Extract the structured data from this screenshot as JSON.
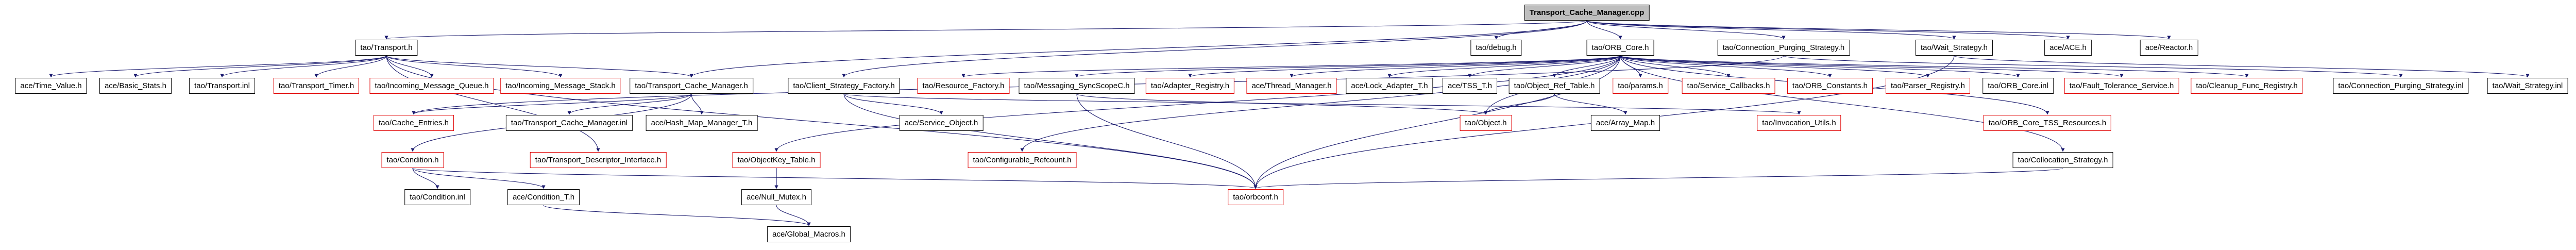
{
  "diagram": {
    "kind": "include-dependency-graph",
    "root_file": "Transport_Cache_Manager.cpp"
  },
  "colors": {
    "background": "#ffffff",
    "edge": "#1a1a6e",
    "node_border": "#000000",
    "truncated_node_border": "#e00000",
    "root_node_fill": "#bebebe"
  },
  "nodes": [
    {
      "id": "cpp",
      "label": "Transport_Cache_Manager.cpp",
      "truncated": false
    },
    {
      "id": "transport_h",
      "label": "tao/Transport.h",
      "truncated": false
    },
    {
      "id": "debug_h",
      "label": "tao/debug.h",
      "truncated": false
    },
    {
      "id": "orb_core_h",
      "label": "tao/ORB_Core.h",
      "truncated": false
    },
    {
      "id": "conn_purging_h",
      "label": "tao/Connection_Purging_Strategy.h",
      "truncated": false
    },
    {
      "id": "wait_strategy_h",
      "label": "tao/Wait_Strategy.h",
      "truncated": false
    },
    {
      "id": "ace_ace_h",
      "label": "ace/ACE.h",
      "truncated": false
    },
    {
      "id": "ace_reactor_h",
      "label": "ace/Reactor.h",
      "truncated": false
    },
    {
      "id": "time_value",
      "label": "ace/Time_Value.h",
      "truncated": false
    },
    {
      "id": "basic_stats",
      "label": "ace/Basic_Stats.h",
      "truncated": false
    },
    {
      "id": "transport_inl",
      "label": "tao/Transport.inl",
      "truncated": false
    },
    {
      "id": "transport_timer",
      "label": "tao/Transport_Timer.h",
      "truncated": true
    },
    {
      "id": "inc_msg_queue",
      "label": "tao/Incoming_Message_Queue.h",
      "truncated": true
    },
    {
      "id": "inc_msg_stack",
      "label": "tao/Incoming_Message_Stack.h",
      "truncated": true
    },
    {
      "id": "tcm_h",
      "label": "tao/Transport_Cache_Manager.h",
      "truncated": false
    },
    {
      "id": "client_strategy_factory_h",
      "label": "tao/Client_Strategy_Factory.h",
      "truncated": false
    },
    {
      "id": "resource_factory",
      "label": "tao/Resource_Factory.h",
      "truncated": true
    },
    {
      "id": "messaging_syncscope",
      "label": "tao/Messaging_SyncScopeC.h",
      "truncated": false
    },
    {
      "id": "adapter_registry",
      "label": "tao/Adapter_Registry.h",
      "truncated": true
    },
    {
      "id": "thread_manager",
      "label": "ace/Thread_Manager.h",
      "truncated": true
    },
    {
      "id": "lock_adapter",
      "label": "ace/Lock_Adapter_T.h",
      "truncated": false
    },
    {
      "id": "tss_t",
      "label": "ace/TSS_T.h",
      "truncated": false
    },
    {
      "id": "object_ref_table",
      "label": "tao/Object_Ref_Table.h",
      "truncated": false
    },
    {
      "id": "params",
      "label": "tao/params.h",
      "truncated": true
    },
    {
      "id": "service_callbacks",
      "label": "tao/Service_Callbacks.h",
      "truncated": true
    },
    {
      "id": "orb_constants",
      "label": "tao/ORB_Constants.h",
      "truncated": true
    },
    {
      "id": "parser_registry",
      "label": "tao/Parser_Registry.h",
      "truncated": true
    },
    {
      "id": "orb_core_inl",
      "label": "tao/ORB_Core.inl",
      "truncated": false
    },
    {
      "id": "fault_tolerance",
      "label": "tao/Fault_Tolerance_Service.h",
      "truncated": true
    },
    {
      "id": "cleanup_func",
      "label": "tao/Cleanup_Func_Registry.h",
      "truncated": true
    },
    {
      "id": "conn_purging_inl",
      "label": "tao/Connection_Purging_Strategy.inl",
      "truncated": false
    },
    {
      "id": "wait_strategy_inl",
      "label": "tao/Wait_Strategy.inl",
      "truncated": false
    },
    {
      "id": "cache_entries",
      "label": "tao/Cache_Entries.h",
      "truncated": true
    },
    {
      "id": "tcm_inl",
      "label": "tao/Transport_Cache_Manager.inl",
      "truncated": false
    },
    {
      "id": "hash_map_manager",
      "label": "ace/Hash_Map_Manager_T.h",
      "truncated": false
    },
    {
      "id": "service_object",
      "label": "ace/Service_Object.h",
      "truncated": false
    },
    {
      "id": "tao_object",
      "label": "tao/Object.h",
      "truncated": true
    },
    {
      "id": "array_map",
      "label": "ace/Array_Map.h",
      "truncated": false
    },
    {
      "id": "invocation_utils",
      "label": "tao/Invocation_Utils.h",
      "truncated": true
    },
    {
      "id": "orb_core_tss",
      "label": "tao/ORB_Core_TSS_Resources.h",
      "truncated": true
    },
    {
      "id": "condition_h",
      "label": "tao/Condition.h",
      "truncated": true
    },
    {
      "id": "tdi_h",
      "label": "tao/Transport_Descriptor_Interface.h",
      "truncated": true
    },
    {
      "id": "objectkey_table",
      "label": "tao/ObjectKey_Table.h",
      "truncated": true
    },
    {
      "id": "configurable_refcount",
      "label": "tao/Configurable_Refcount.h",
      "truncated": true
    },
    {
      "id": "collocation_strategy",
      "label": "tao/Collocation_Strategy.h",
      "truncated": false
    },
    {
      "id": "condition_inl",
      "label": "tao/Condition.inl",
      "truncated": false
    },
    {
      "id": "ace_condition_t",
      "label": "ace/Condition_T.h",
      "truncated": false
    },
    {
      "id": "null_mutex",
      "label": "ace/Null_Mutex.h",
      "truncated": false
    },
    {
      "id": "orbconf",
      "label": "tao/orbconf.h",
      "truncated": true
    },
    {
      "id": "global_macros",
      "label": "ace/Global_Macros.h",
      "truncated": false
    }
  ],
  "edges": [
    [
      "cpp",
      "transport_h"
    ],
    [
      "cpp",
      "debug_h"
    ],
    [
      "cpp",
      "orb_core_h"
    ],
    [
      "cpp",
      "conn_purging_h"
    ],
    [
      "cpp",
      "wait_strategy_h"
    ],
    [
      "cpp",
      "ace_ace_h"
    ],
    [
      "cpp",
      "ace_reactor_h"
    ],
    [
      "cpp",
      "tcm_h"
    ],
    [
      "cpp",
      "client_strategy_factory_h"
    ],
    [
      "transport_h",
      "time_value"
    ],
    [
      "transport_h",
      "basic_stats"
    ],
    [
      "transport_h",
      "transport_inl"
    ],
    [
      "transport_h",
      "transport_timer"
    ],
    [
      "transport_h",
      "inc_msg_queue"
    ],
    [
      "transport_h",
      "inc_msg_stack"
    ],
    [
      "transport_h",
      "tcm_h"
    ],
    [
      "transport_h",
      "tdi_h"
    ],
    [
      "transport_h",
      "orbconf"
    ],
    [
      "tcm_h",
      "cache_entries"
    ],
    [
      "tcm_h",
      "tcm_inl"
    ],
    [
      "tcm_h",
      "hash_map_manager"
    ],
    [
      "tcm_h",
      "condition_h"
    ],
    [
      "condition_h",
      "condition_inl"
    ],
    [
      "condition_h",
      "ace_condition_t"
    ],
    [
      "condition_h",
      "orbconf"
    ],
    [
      "orb_core_h",
      "resource_factory"
    ],
    [
      "orb_core_h",
      "messaging_syncscope"
    ],
    [
      "orb_core_h",
      "adapter_registry"
    ],
    [
      "orb_core_h",
      "thread_manager"
    ],
    [
      "orb_core_h",
      "lock_adapter"
    ],
    [
      "orb_core_h",
      "tss_t"
    ],
    [
      "orb_core_h",
      "object_ref_table"
    ],
    [
      "orb_core_h",
      "params"
    ],
    [
      "orb_core_h",
      "service_callbacks"
    ],
    [
      "orb_core_h",
      "orb_constants"
    ],
    [
      "orb_core_h",
      "parser_registry"
    ],
    [
      "orb_core_h",
      "orb_core_inl"
    ],
    [
      "orb_core_h",
      "fault_tolerance"
    ],
    [
      "orb_core_h",
      "cleanup_func"
    ],
    [
      "orb_core_h",
      "orb_core_tss"
    ],
    [
      "orb_core_h",
      "tao_object"
    ],
    [
      "orb_core_h",
      "objectkey_table"
    ],
    [
      "orb_core_h",
      "configurable_refcount"
    ],
    [
      "orb_core_h",
      "collocation_strategy"
    ],
    [
      "orb_core_h",
      "orbconf"
    ],
    [
      "client_strategy_factory_h",
      "service_object"
    ],
    [
      "client_strategy_factory_h",
      "invocation_utils"
    ],
    [
      "client_strategy_factory_h",
      "orbconf"
    ],
    [
      "messaging_syncscope",
      "tao_object"
    ],
    [
      "messaging_syncscope",
      "orbconf"
    ],
    [
      "object_ref_table",
      "array_map"
    ],
    [
      "object_ref_table",
      "tao_object"
    ],
    [
      "objectkey_table",
      "null_mutex"
    ],
    [
      "conn_purging_h",
      "conn_purging_inl"
    ],
    [
      "conn_purging_h",
      "cache_entries"
    ],
    [
      "wait_strategy_h",
      "wait_strategy_inl"
    ],
    [
      "wait_strategy_h",
      "orbconf"
    ],
    [
      "collocation_strategy",
      "orbconf"
    ],
    [
      "null_mutex",
      "global_macros"
    ],
    [
      "ace_condition_t",
      "global_macros"
    ]
  ]
}
